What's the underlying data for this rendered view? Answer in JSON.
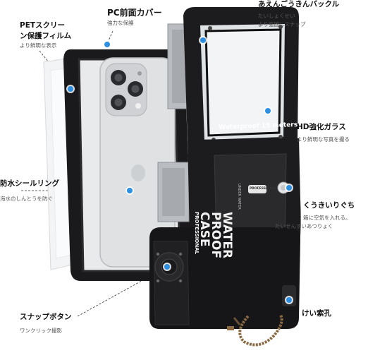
{
  "callouts": [
    {
      "title": "PETスクリーン保護フィルム",
      "title_line1": "PETスクリー",
      "title_line2": "ン保護フィルム",
      "sub": "より鮮明な表示"
    },
    {
      "title": "PC前面カバー",
      "sub": "強力な保護"
    },
    {
      "title": "あえんごうきんバックル",
      "sub_line1": "たいしょくせい",
      "sub_line2": "より強固にスナップ"
    },
    {
      "title": "HD強化ガラス",
      "sub": "より鮮明な写真を撮る"
    },
    {
      "title": "防水シールリング",
      "sub": "海水のしんとうを防ぐ"
    },
    {
      "title": "くうきいりぐち",
      "sub_line1": "箱に空気を入れる。",
      "sub_line2": "たいせんすいあつりょく"
    },
    {
      "title": "スナップボタン",
      "sub": "ワンクリック撮影"
    },
    {
      "title": "けい索孔"
    }
  ],
  "product": {
    "banner": "Waterproof 15 meters",
    "logo_lines": [
      "WATER",
      "PROOF",
      "CASE",
      "PROFESSIONAL"
    ],
    "logo_small": "UNDER WATER",
    "badge": "PROFESSIONAL"
  },
  "colors": {
    "accent_dot": "#2e8fe0",
    "case_body": "#1c1c1e",
    "frame_silver": "#b9bcc0",
    "phone_silver": "#dfe1e3"
  }
}
